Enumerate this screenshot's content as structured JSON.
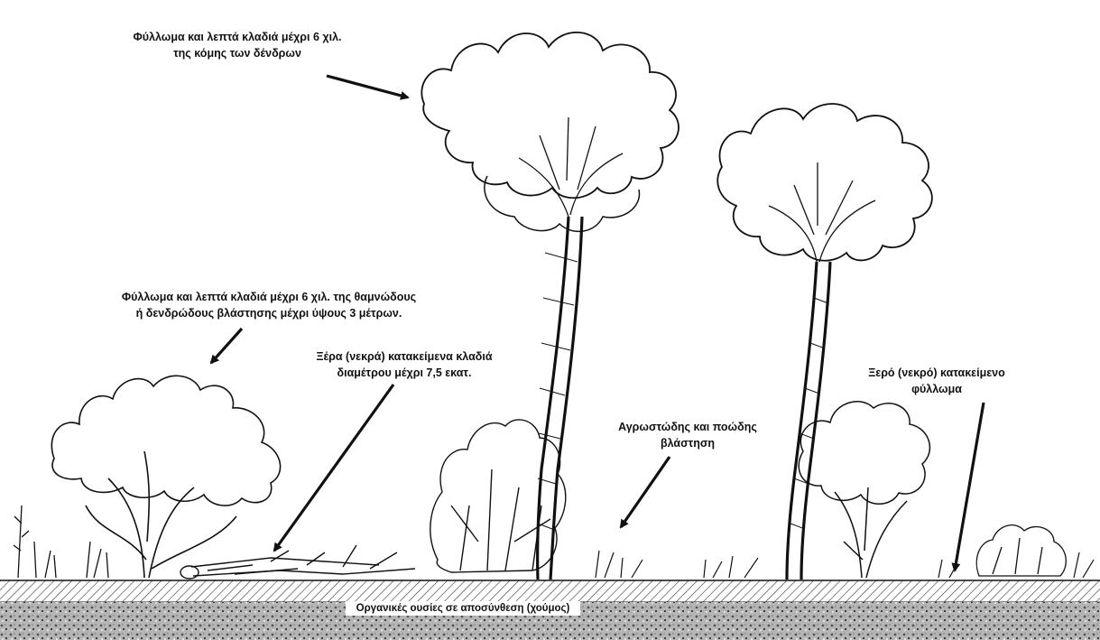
{
  "labels": {
    "canopy": {
      "line1": "Φύλλωμα και λεπτά κλαδιά μέχρι 6 χιλ.",
      "line2": "της κόμης των δένδρων"
    },
    "shrub": {
      "line1": "Φύλλωμα και λεπτά κλαδιά μέχρι 6 χιλ. της θαμνώδους",
      "line2": "ή δενδρώδους βλάστησης μέχρι ύψους 3 μέτρων."
    },
    "dead_branches": {
      "line1": "Ξέρα (νεκρά) κατακείμενα κλαδιά",
      "line2": "διαμέτρου μέχρι 7,5 εκατ."
    },
    "herbaceous": {
      "line1": "Αγρωστώδης και ποώδης",
      "line2": "βλάστηση"
    },
    "dead_litter": {
      "line1": "Ξερό (νεκρό) κατακείμενο",
      "line2": "φύλλωμα"
    },
    "humus": "Οργανικές ουσίες σε αποσύνθεση (χούμος)"
  },
  "colors": {
    "ink": "#111111",
    "paper": "#ffffff",
    "soil": "#8a8a8a"
  }
}
